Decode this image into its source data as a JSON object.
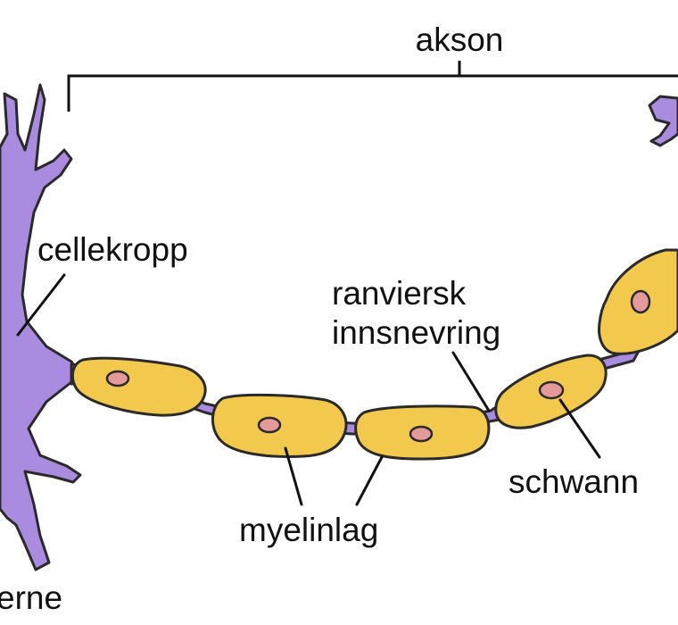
{
  "labels": {
    "axon": "akson",
    "cell_body": "cellekropp",
    "node_of_ranvier_line1": "ranviersk",
    "node_of_ranvier_line2": "innsnevring",
    "schwann": "schwann",
    "myelin": "myelinlag",
    "nucleus": "erne"
  },
  "colors": {
    "neuron": "#a98be0",
    "myelin": "#f2c94c",
    "nucleus": "#e49a9a",
    "outline": "#2a2a2a",
    "text": "#111111",
    "background": "#ffffff"
  }
}
